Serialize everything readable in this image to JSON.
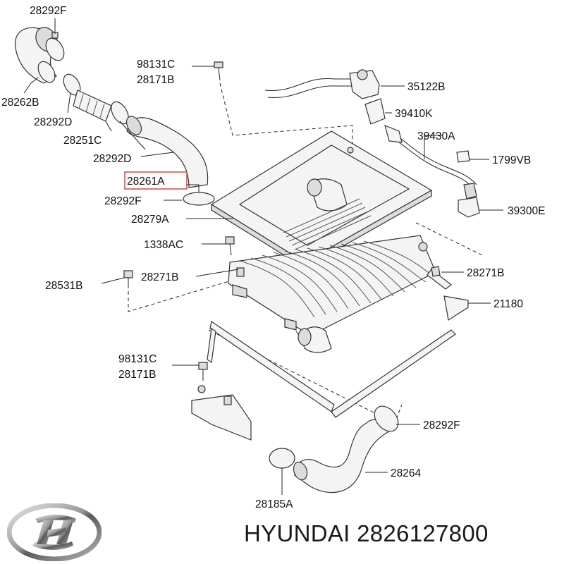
{
  "brand": {
    "name": "HYUNDAI",
    "part_number": "2826127800"
  },
  "colors": {
    "highlight": "#d9534f",
    "ink": "#111111",
    "part_fill": "#f4f4f4"
  },
  "icons": {
    "logo": "hyundai-logo-icon"
  },
  "labels": [
    {
      "id": "l01",
      "text": "28292F",
      "highlighted": false
    },
    {
      "id": "l02",
      "text": "28262B",
      "highlighted": false
    },
    {
      "id": "l03",
      "text": "28292D",
      "highlighted": false
    },
    {
      "id": "l04",
      "text": "28251C",
      "highlighted": false
    },
    {
      "id": "l05",
      "text": "28292D",
      "highlighted": false
    },
    {
      "id": "l06",
      "text": "28261A",
      "highlighted": true
    },
    {
      "id": "l07",
      "text": "28292F",
      "highlighted": false
    },
    {
      "id": "l08",
      "text": "28279A",
      "highlighted": false
    },
    {
      "id": "l09",
      "text": "98131C",
      "highlighted": false
    },
    {
      "id": "l10",
      "text": "28171B",
      "highlighted": false
    },
    {
      "id": "l11",
      "text": "35122B",
      "highlighted": false
    },
    {
      "id": "l12",
      "text": "39410K",
      "highlighted": false
    },
    {
      "id": "l13",
      "text": "39430A",
      "highlighted": false
    },
    {
      "id": "l14",
      "text": "1799VB",
      "highlighted": false
    },
    {
      "id": "l15",
      "text": "39300E",
      "highlighted": false
    },
    {
      "id": "l16",
      "text": "1338AC",
      "highlighted": false
    },
    {
      "id": "l17",
      "text": "28271B",
      "highlighted": false
    },
    {
      "id": "l18",
      "text": "28271B",
      "highlighted": false
    },
    {
      "id": "l19",
      "text": "28531B",
      "highlighted": false
    },
    {
      "id": "l20",
      "text": "21180",
      "highlighted": false
    },
    {
      "id": "l21",
      "text": "98131C",
      "highlighted": false
    },
    {
      "id": "l22",
      "text": "28171B",
      "highlighted": false
    },
    {
      "id": "l23",
      "text": "28292F",
      "highlighted": false
    },
    {
      "id": "l24",
      "text": "28264",
      "highlighted": false
    },
    {
      "id": "l25",
      "text": "28185A",
      "highlighted": false
    }
  ]
}
